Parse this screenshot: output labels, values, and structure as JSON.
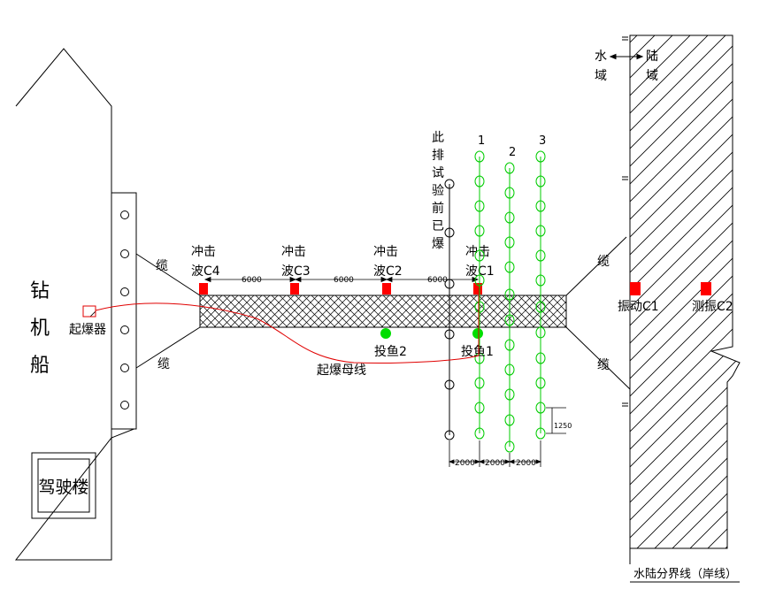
{
  "ship": {
    "name_chars": [
      "钻",
      "机",
      "船"
    ],
    "bridge": "驾驶楼",
    "detonator": "起爆器"
  },
  "cables": {
    "label": "缆"
  },
  "shock_sensors": [
    {
      "line1": "冲击",
      "line2": "波C4"
    },
    {
      "line1": "冲击",
      "line2": "波C3"
    },
    {
      "line1": "冲击",
      "line2": "波C2"
    },
    {
      "line1": "冲击",
      "line2": "波C1"
    }
  ],
  "sensor_spacing": [
    "6000",
    "6000",
    "6000"
  ],
  "fish": [
    {
      "label": "投鱼2"
    },
    {
      "label": "投鱼1"
    }
  ],
  "detonation_line": "起爆母线",
  "pre_blasted_note": [
    "此",
    "排",
    "试",
    "验",
    "前",
    "已",
    "爆"
  ],
  "row_numbers": [
    "1",
    "2",
    "3"
  ],
  "hole_spacing": "1250",
  "row_spacing": [
    "2000",
    "2000",
    "2000"
  ],
  "water_land": {
    "water_1": "水",
    "water_2": "域",
    "land_1": "陆",
    "land_2": "域"
  },
  "vibration": [
    {
      "label": "振动C1"
    },
    {
      "label": "测振C2"
    }
  ],
  "shoreline": "水陆分界线（岸线）",
  "colors": {
    "sensor": "#ff0000",
    "fish": "#00dd00",
    "charge_rows": "#00cc00",
    "detonation_line": "#e00000",
    "outline": "#000000"
  }
}
